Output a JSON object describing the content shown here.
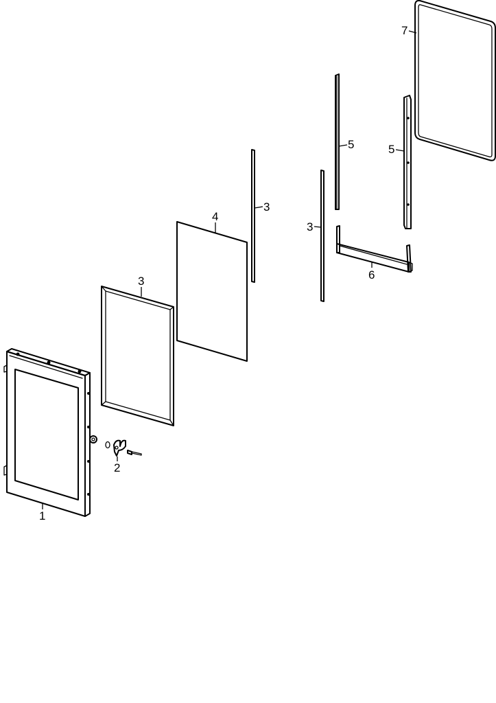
{
  "callouts": [
    {
      "id": "door",
      "text": "1"
    },
    {
      "id": "hinge",
      "text": "2"
    },
    {
      "id": "gasket-frame",
      "text": "3"
    },
    {
      "id": "glass-panel",
      "text": "4"
    },
    {
      "id": "strip-mid",
      "text": "3"
    },
    {
      "id": "strip-right",
      "text": "3"
    },
    {
      "id": "rail-left",
      "text": "5"
    },
    {
      "id": "rail-right",
      "text": "5"
    },
    {
      "id": "bottom-bracket",
      "text": "6"
    },
    {
      "id": "outer-frame",
      "text": "7"
    }
  ]
}
